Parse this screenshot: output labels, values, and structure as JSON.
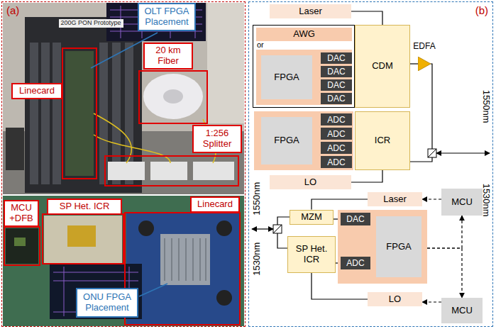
{
  "diagram": {
    "nodes": [
      {
        "text": [
          "(a)"
        ]
      },
      {
        "text": [
          "OLT FPGA Placement"
        ],
        "in": 0
      },
      {
        "text": [
          "20 km Fiber"
        ],
        "in": 0
      },
      {
        "text": [
          "Linecard"
        ],
        "in": 0
      },
      {
        "text": [
          "1:256 Splitter"
        ],
        "in": 0
      },
      {
        "text": [
          "MCU +DFB"
        ],
        "in": 0
      },
      {
        "text": [
          "SP Het. ICR"
        ],
        "in": 0
      },
      {
        "text": [
          "Linecard"
        ],
        "in": 0
      },
      {
        "text": [
          "ONU FPGA Placement"
        ],
        "in": 0
      },
      {
        "text": [
          "(b)"
        ]
      },
      {
        "text": [
          "Laser"
        ],
        "in": 9
      },
      {
        "text": [
          "or"
        ],
        "in": 9
      },
      {
        "text": [
          "AWG"
        ],
        "in": 11
      },
      {
        "text": [
          "FPGA"
        ],
        "in": 11
      },
      {
        "text": [
          "DAC"
        ],
        "in": 13
      },
      {
        "text": [
          "DAC"
        ],
        "in": 13
      },
      {
        "text": [
          "DAC"
        ],
        "in": 13
      },
      {
        "text": [
          "DAC"
        ],
        "in": 13
      },
      {
        "text": [
          "CDM"
        ],
        "in": 9
      },
      {
        "text": [
          "EDFA"
        ],
        "in": 9
      },
      {
        "text": [
          "FPGA"
        ],
        "in": 9
      },
      {
        "text": [
          "ADC"
        ],
        "in": 20
      },
      {
        "text": [
          "ADC"
        ],
        "in": 20
      },
      {
        "text": [
          "ADC"
        ],
        "in": 20
      },
      {
        "text": [
          "ADC"
        ],
        "in": 20
      },
      {
        "text": [
          "ICR"
        ],
        "in": 9
      },
      {
        "text": [
          "LO"
        ],
        "in": 9
      },
      {
        "text": [
          "Laser"
        ],
        "in": 9
      },
      {
        "text": [
          "MCU"
        ],
        "in": 9
      },
      {
        "text": [
          "MZM"
        ],
        "in": 9
      },
      {
        "text": [
          "FPGA"
        ],
        "in": 9
      },
      {
        "text": [
          "DAC"
        ],
        "in": 30
      },
      {
        "text": [
          "ADC"
        ],
        "in": 30
      },
      {
        "text": [
          "SP Het. ICR"
        ],
        "in": 9
      },
      {
        "text": [
          "LO"
        ],
        "in": 9
      },
      {
        "text": [
          "MCU"
        ],
        "in": 9
      }
    ],
    "edges": [
      {
        "from": 10,
        "to": 18,
        "arrow": "none"
      },
      {
        "from": 18,
        "to": 19,
        "arrow": "none"
      },
      {
        "from": 19,
        "to": 25,
        "arrow": "none"
      },
      {
        "from": 26,
        "to": 25,
        "arrow": "none"
      },
      {
        "from": 27,
        "to": 29,
        "arrow": "none"
      },
      {
        "from": 31,
        "to": 29,
        "arrow": "none"
      },
      {
        "from": 29,
        "to": 33,
        "arrow": "none"
      },
      {
        "from": 32,
        "to": 33,
        "arrow": "none"
      },
      {
        "from": 34,
        "to": 33,
        "arrow": "none"
      },
      {
        "from": 28,
        "to": 27,
        "arrow": "to"
      },
      {
        "from": 30,
        "to": 28,
        "arrow": "to"
      },
      {
        "from": 30,
        "to": 35,
        "arrow": "to"
      },
      {
        "from": 35,
        "to": 34,
        "arrow": "to"
      }
    ],
    "labels": [
      "200G PON Prototype",
      "1550nm",
      "1530nm",
      "1550nm",
      "1530nm"
    ]
  }
}
